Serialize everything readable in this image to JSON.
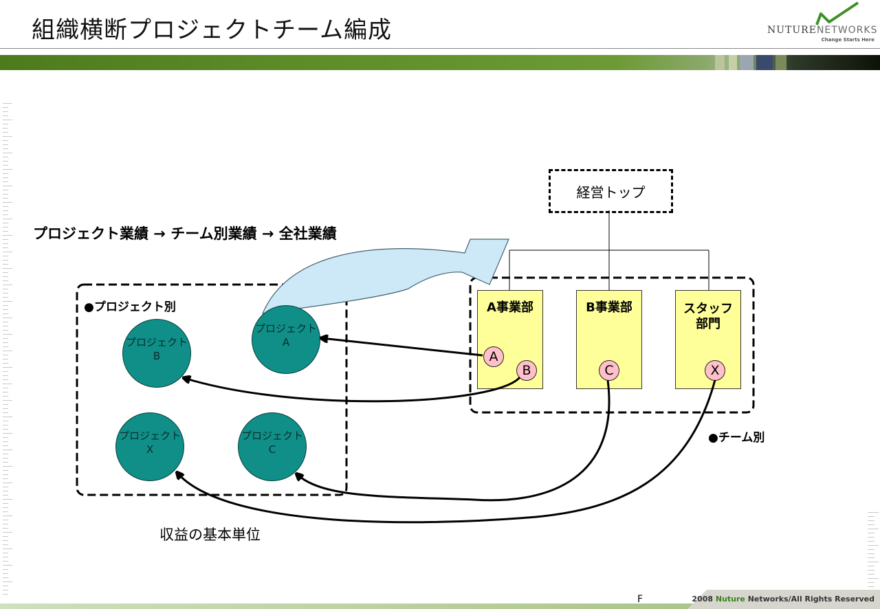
{
  "title": "組織横断プロジェクトチーム編成",
  "logo": {
    "word1": "NUTURE",
    "word2": "NETWORKS",
    "tagline": "Change Starts Here"
  },
  "labels": {
    "perf_flow": "プロジェクト業績 → チーム別業績 → 全社業績",
    "project_group": "●プロジェクト別",
    "team_group": "●チーム別",
    "basic_unit": "収益の基本単位",
    "management": "経営トップ"
  },
  "projects": [
    {
      "label": "プロジェクト\nA"
    },
    {
      "label": "プロジェクト\nB"
    },
    {
      "label": "プロジェクト\nX"
    },
    {
      "label": "プロジェクト\nC"
    }
  ],
  "departments": [
    {
      "title": "A事業部",
      "members": [
        "A",
        "B"
      ]
    },
    {
      "title": "B事業部",
      "members": [
        "C"
      ]
    },
    {
      "title": "スタッフ\n部門",
      "members": [
        "X"
      ]
    }
  ],
  "footer": {
    "prefix": "2008 ",
    "highlight": "Nuture",
    "suffix": " Networks/All Rights Reserved",
    "f": "F"
  },
  "colors": {
    "project_fill": "#0f8f88",
    "dept_fill": "#ffff99",
    "member_fill": "#ffc0cb",
    "arrow_fill": "#cde9f7",
    "band": "#5f8f2a"
  }
}
